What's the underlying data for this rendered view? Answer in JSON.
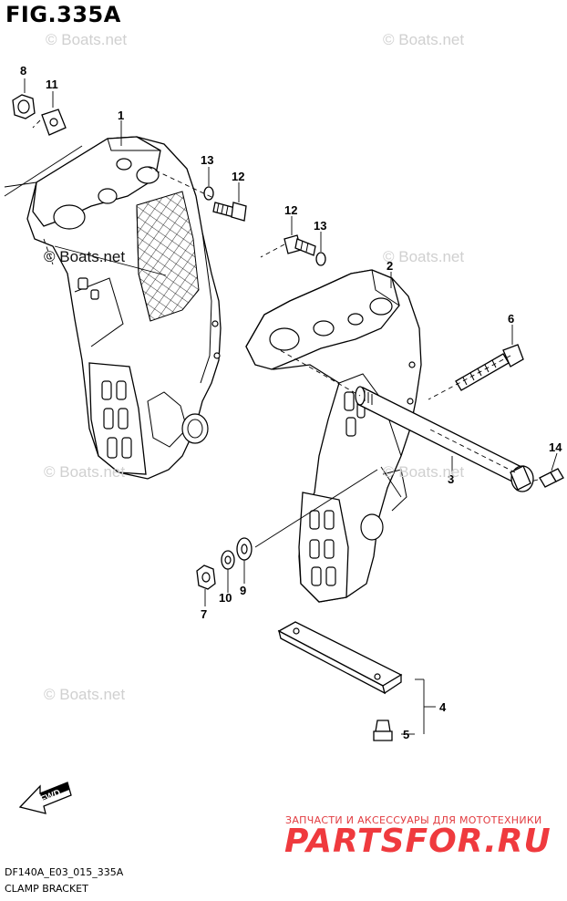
{
  "figure": {
    "title": "FIG.335A",
    "code": "DF140A_E03_015_335A",
    "caption": "CLAMP BRACKET"
  },
  "watermarks": [
    "© Boats.net",
    "© Boats.net",
    "© Boats.net",
    "© Boats.net",
    "© Boats.net",
    "© Boats.net",
    "© Boats.net"
  ],
  "fwd_label": "FWD",
  "callouts": {
    "c1": "1",
    "c2": "2",
    "c3": "3",
    "c4": "4",
    "c5": "5",
    "c6": "6",
    "c7": "7",
    "c8": "8",
    "c9": "9",
    "c10": "10",
    "c11": "11",
    "c12a": "12",
    "c12b": "12",
    "c13a": "13",
    "c13b": "13",
    "c14": "14"
  },
  "banner": {
    "tagline": "ЗАПЧАСТИ И АКСЕССУАРЫ ДЛЯ МОТОТЕХНИКИ",
    "brand": "PARTSFOR.RU"
  },
  "colors": {
    "line": "#000000",
    "watermark": "#d0d0d0",
    "brand": "#ef3a3e"
  }
}
